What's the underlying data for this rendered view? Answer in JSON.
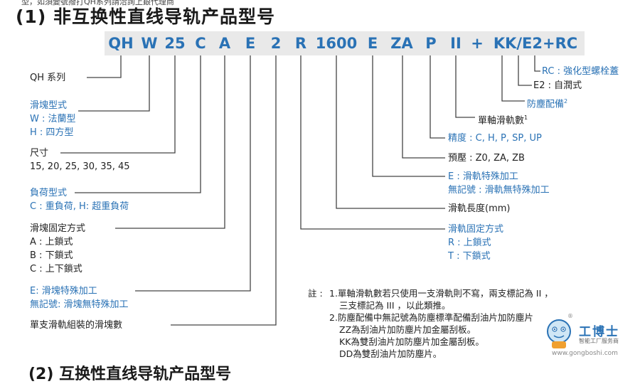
{
  "header": {
    "cut_text": "型，如須變號撥打QH系列請洽詢上銀代理商",
    "title": "(1) 非互换性直线导轨产品型号"
  },
  "code": {
    "segments": [
      "QH",
      "W",
      "25",
      "C",
      "A",
      "E",
      "2",
      "R",
      "1600",
      "E",
      "ZA",
      "P",
      "II",
      "+",
      "KK/E2+RC"
    ]
  },
  "left_labels": {
    "series": "QH 系列",
    "block_type_title": "滑塊型式",
    "block_type_w": "W : 法蘭型",
    "block_type_h": "H : 四方型",
    "size_title": "尺寸",
    "size_values": "15, 20, 25, 30, 35, 45",
    "load_title": "負荷型式",
    "load_values": "C : 重負荷, H: 超重負荷",
    "block_mount_title": "滑塊固定方式",
    "block_mount_a": "A : 上鎖式",
    "block_mount_b": "B : 下鎖式",
    "block_mount_c": "C : 上下鎖式",
    "block_special_e": "E: 滑塊特殊加工",
    "block_special_none": "無記號: 滑塊無特殊加工",
    "blocks_per_rail": "單支滑軌組裝的滑塊數"
  },
  "right_labels": {
    "rc": "RC : 強化型螺栓蓋",
    "e2": "E2 : 自潤式",
    "dust": "防塵配備",
    "dust_sup": "2",
    "rails_per_axis": "單軸滑軌數",
    "rails_sup": "1",
    "precision": "精度 : C, H, P, SP, UP",
    "preload": "預壓 : Z0, ZA, ZB",
    "rail_special_e": "E : 滑軌特殊加工",
    "rail_special_none": "無記號 : 滑軌無特殊加工",
    "rail_length": "滑軌長度(mm)",
    "rail_mount_title": "滑軌固定方式",
    "rail_mount_r": "R : 上鎖式",
    "rail_mount_t": "T : 下鎖式"
  },
  "notes": {
    "label": "註 :",
    "n1a": "1.單軸滑軌數若只使用一支滑軌則不寫，兩支標記為 II ，",
    "n1b": "三支標記為 III ，以此類推。",
    "n2a": "2.防塵配備中無記號為防塵標準配備刮油片加防塵片",
    "n2b": "ZZ為刮油片加防塵片加金屬刮板。",
    "n2c": "KK為雙刮油片加防塵片加金屬刮板。",
    "n2d": "DD為雙刮油片加防塵片。"
  },
  "watermark": {
    "brand": "工博士",
    "registered": "®",
    "tagline": "智能工厂服务商",
    "url": "www.gongboshi.com"
  },
  "footer_cut": "(2) 互换性直线导轨产品型号",
  "colors": {
    "accent": "#2a72b5",
    "code_bg": "#e9e9e9"
  }
}
